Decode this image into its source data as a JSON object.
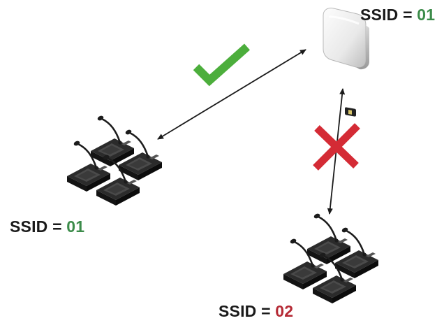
{
  "access_point": {
    "label_prefix": "SSID = ",
    "ssid_value": "01",
    "value_color": "#3c8c4a"
  },
  "group_left": {
    "label_prefix": "SSID = ",
    "ssid_value": "01",
    "value_color": "#3c8c4a",
    "connection_status": "allowed",
    "status_icon": "checkmark-icon",
    "status_color": "#4cae3c"
  },
  "group_bottom": {
    "label_prefix": "SSID = ",
    "ssid_value": "02",
    "value_color": "#b52a35",
    "connection_status": "blocked",
    "status_icon": "cross-icon",
    "status_color": "#d42b35"
  }
}
